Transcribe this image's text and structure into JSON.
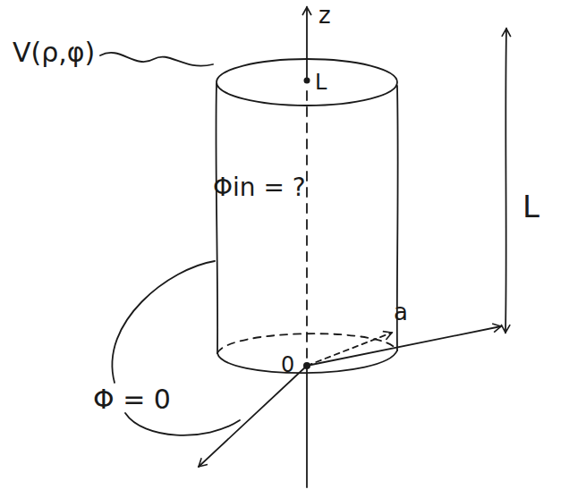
{
  "diagram": {
    "labels": [
      "V(ρ,φ)",
      "z",
      "L",
      "Φin = ?",
      "L",
      "Φ = 0",
      "0",
      "a"
    ]
  }
}
